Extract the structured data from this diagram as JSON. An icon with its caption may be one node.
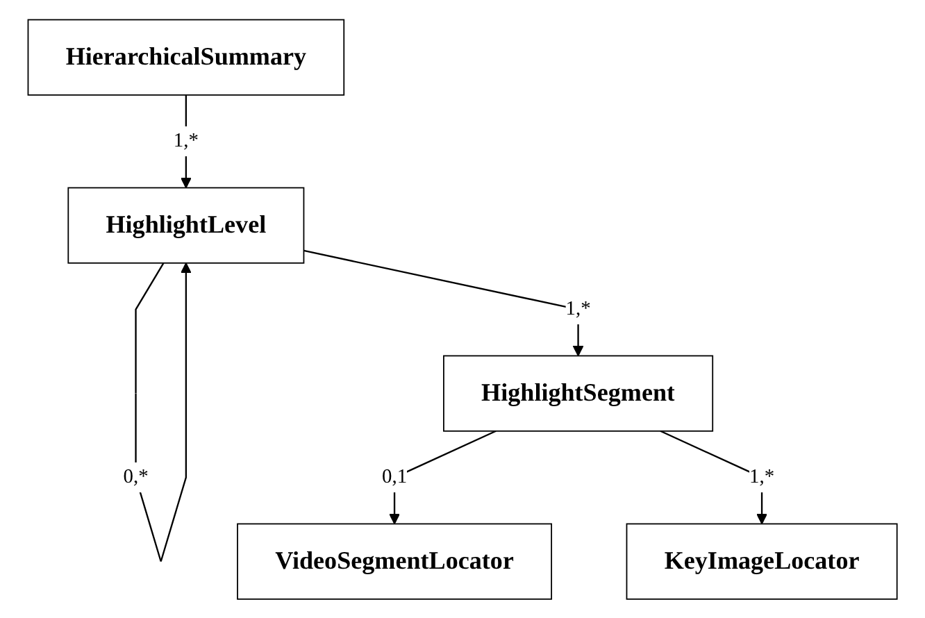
{
  "diagram": {
    "nodes": [
      {
        "text": [
          "HierarchicalSummary"
        ]
      },
      {
        "text": [
          "HighlightLevel"
        ]
      },
      {
        "text": [
          "HighlightSegment"
        ]
      },
      {
        "text": [
          "VideoSegmentLocator"
        ]
      },
      {
        "text": [
          "KeyImageLocator"
        ]
      }
    ],
    "edges": [
      {
        "from": 0,
        "to": 1,
        "arrow": "to",
        "label": "1,*"
      },
      {
        "from": 1,
        "to": 1,
        "arrow": "to",
        "label": "0,*"
      },
      {
        "from": 1,
        "to": 2,
        "arrow": "to",
        "label": "1,*"
      },
      {
        "from": 2,
        "to": 3,
        "arrow": "to",
        "label": "0,1"
      },
      {
        "from": 2,
        "to": 4,
        "arrow": "to",
        "label": "1,*"
      }
    ]
  }
}
